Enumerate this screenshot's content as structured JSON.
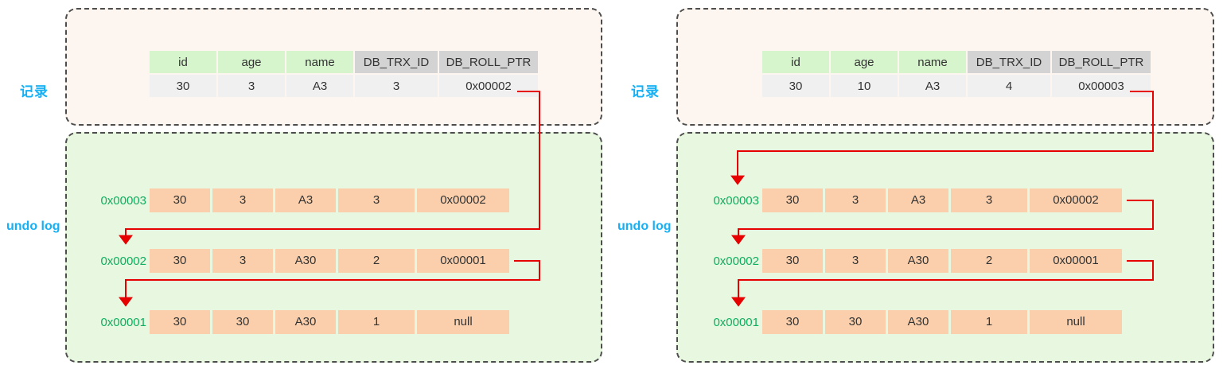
{
  "diagram": {
    "title": "MySQL InnoDB MVCC undo log version chain",
    "accent_blue": "#18b0f5",
    "ptr_green": "#0fae5e",
    "wire_red": "#e60000",
    "record_box_bg": "#fdf6f0",
    "undo_box_bg": "#e8f7e0",
    "undo_cell_bg": "#fbcfab",
    "header_green": "#d6f5cd",
    "header_gray": "#d3d3d3"
  },
  "labels": {
    "record": "记录",
    "undo_log": "undo log"
  },
  "panels": [
    {
      "id": "left",
      "record_table": {
        "headers": [
          "id",
          "age",
          "name",
          "DB_TRX_ID",
          "DB_ROLL_PTR"
        ],
        "header_styles": [
          "green",
          "green",
          "green",
          "gray",
          "gray"
        ],
        "row": [
          "30",
          "3",
          "A3",
          "3",
          "0x00002"
        ]
      },
      "undo_rows": [
        {
          "ptr": "0x00003",
          "cells": [
            "30",
            "3",
            "A3",
            "3",
            "0x00002"
          ]
        },
        {
          "ptr": "0x00002",
          "cells": [
            "30",
            "3",
            "A30",
            "2",
            "0x00001"
          ]
        },
        {
          "ptr": "0x00001",
          "cells": [
            "30",
            "30",
            "A30",
            "1",
            "null"
          ]
        }
      ]
    },
    {
      "id": "right",
      "record_table": {
        "headers": [
          "id",
          "age",
          "name",
          "DB_TRX_ID",
          "DB_ROLL_PTR"
        ],
        "header_styles": [
          "green",
          "green",
          "green",
          "gray",
          "gray"
        ],
        "row": [
          "30",
          "10",
          "A3",
          "4",
          "0x00003"
        ]
      },
      "undo_rows": [
        {
          "ptr": "0x00003",
          "cells": [
            "30",
            "3",
            "A3",
            "3",
            "0x00002"
          ]
        },
        {
          "ptr": "0x00002",
          "cells": [
            "30",
            "3",
            "A30",
            "2",
            "0x00001"
          ]
        },
        {
          "ptr": "0x00001",
          "cells": [
            "30",
            "30",
            "A30",
            "1",
            "null"
          ]
        }
      ]
    }
  ]
}
